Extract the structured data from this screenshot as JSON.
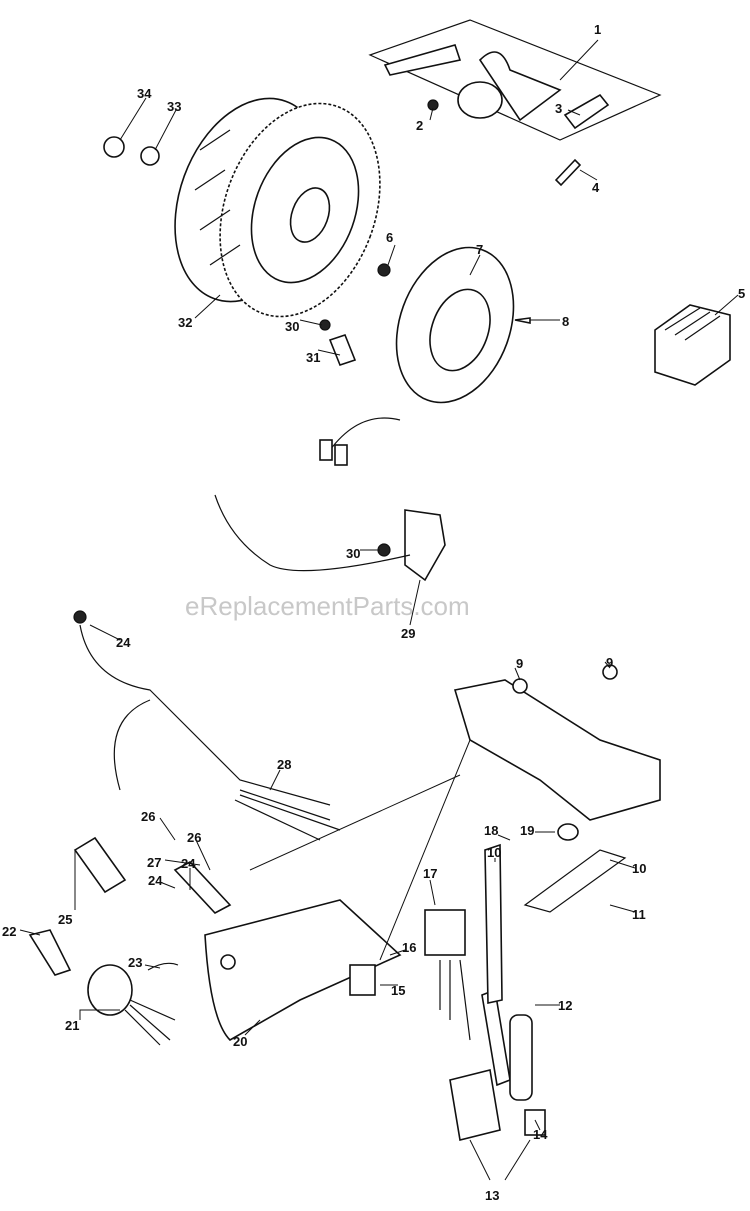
{
  "watermark": "eReplacementParts.com",
  "callouts": [
    "1",
    "2",
    "3",
    "4",
    "5",
    "6",
    "7",
    "8",
    "32",
    "30",
    "31",
    "34",
    "33",
    "30",
    "29",
    "24",
    "28",
    "26",
    "26",
    "27",
    "24",
    "24",
    "25",
    "22",
    "23",
    "21",
    "20",
    "9",
    "9",
    "18",
    "19",
    "10",
    "10",
    "17",
    "11",
    "16",
    "15",
    "12",
    "14",
    "13"
  ]
}
